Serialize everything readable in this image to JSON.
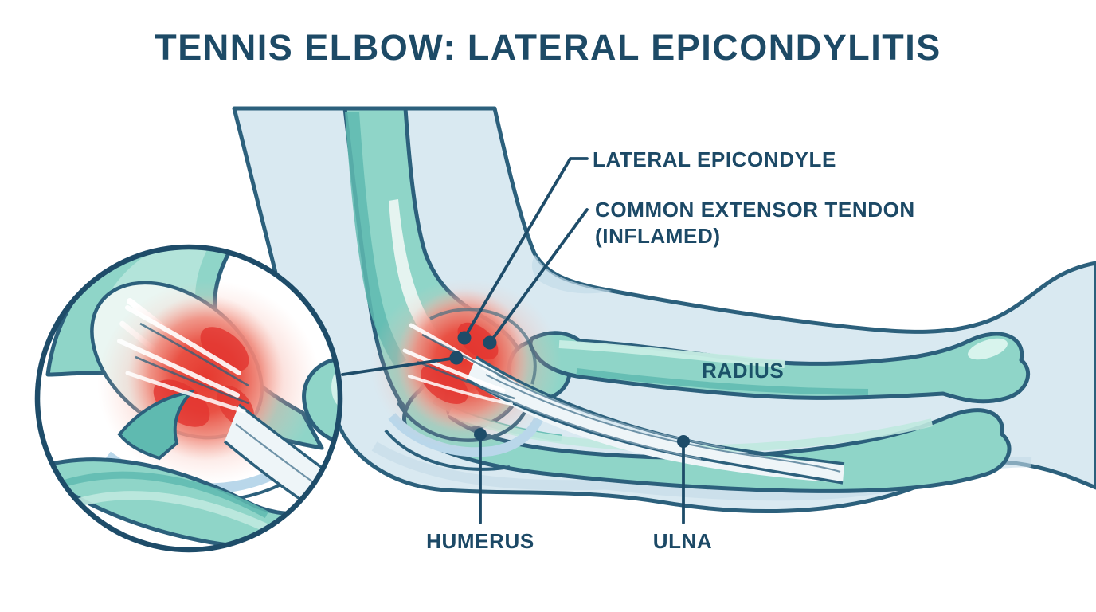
{
  "title": "TENNIS ELBOW: LATERAL EPICONDYLITIS",
  "labels": {
    "lateral_epicondyle": "LATERAL EPICONDYLE",
    "common_extensor_tendon_line1": "COMMON EXTENSOR TENDON",
    "common_extensor_tendon_line2": "(INFLAMED)",
    "radius": "RADIUS",
    "humerus": "HUMERUS",
    "ulna": "ULNA"
  },
  "colors": {
    "background": "#ffffff",
    "label_text": "#1c4966",
    "title_text": "#1d4a66",
    "leader_line": "#1e4c69",
    "outline": "#2c607c",
    "skin": "#d9e9f1",
    "skin_shade": "#c3dbe8",
    "bone": "#8fd5c8",
    "bone_dark": "#5fbab0",
    "bone_light": "#bfe9df",
    "bone_pale": "#eaf6f2",
    "joint_capsule": "#b9d7ea",
    "tendon": "#eef5f8",
    "inflammation_core": "#e5392f",
    "inflammation_glow": "#f2948a"
  }
}
